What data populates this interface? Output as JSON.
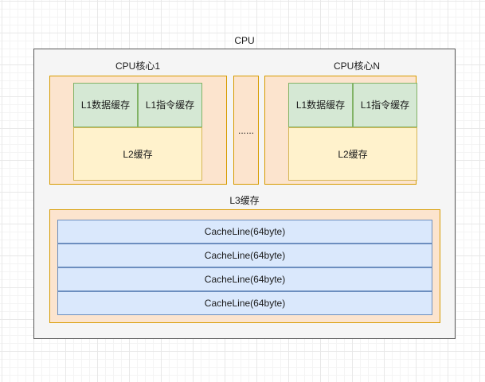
{
  "diagram": {
    "title": "CPU",
    "cpu_container": {
      "label": "CPU"
    },
    "cores": [
      {
        "title": "CPU核心1",
        "l1_data": "L1数据缓存",
        "l1_instruction": "L1指令缓存",
        "l2": "L2缓存"
      },
      {
        "title": "CPU核心N",
        "l1_data": "L1数据缓存",
        "l1_instruction": "L1指令缓存",
        "l2": "L2缓存"
      }
    ],
    "core_separator": {
      "label": "......"
    },
    "l3": {
      "title": "L3缓存",
      "cache_lines": [
        {
          "label": "CacheLine(64byte)"
        },
        {
          "label": "CacheLine(64byte)"
        },
        {
          "label": "CacheLine(64byte)"
        },
        {
          "label": "CacheLine(64byte)"
        }
      ]
    }
  },
  "colors": {
    "canvas_background": "#ffffff",
    "grid_minor": "#f4f4f4",
    "grid_major": "#e8e8e8",
    "cpu_shell_fill": "#f5f5f5",
    "cpu_shell_stroke": "#585858",
    "orange_fill": "#fce4ce",
    "orange_stroke": "#d79b00",
    "green_fill": "#d5e8d4",
    "green_stroke": "#82b366",
    "yellow_fill": "#fff2cc",
    "yellow_stroke": "#d6b656",
    "blue_fill": "#dae8fc",
    "blue_stroke": "#6c8ebf",
    "text": "#1a1a1a"
  }
}
